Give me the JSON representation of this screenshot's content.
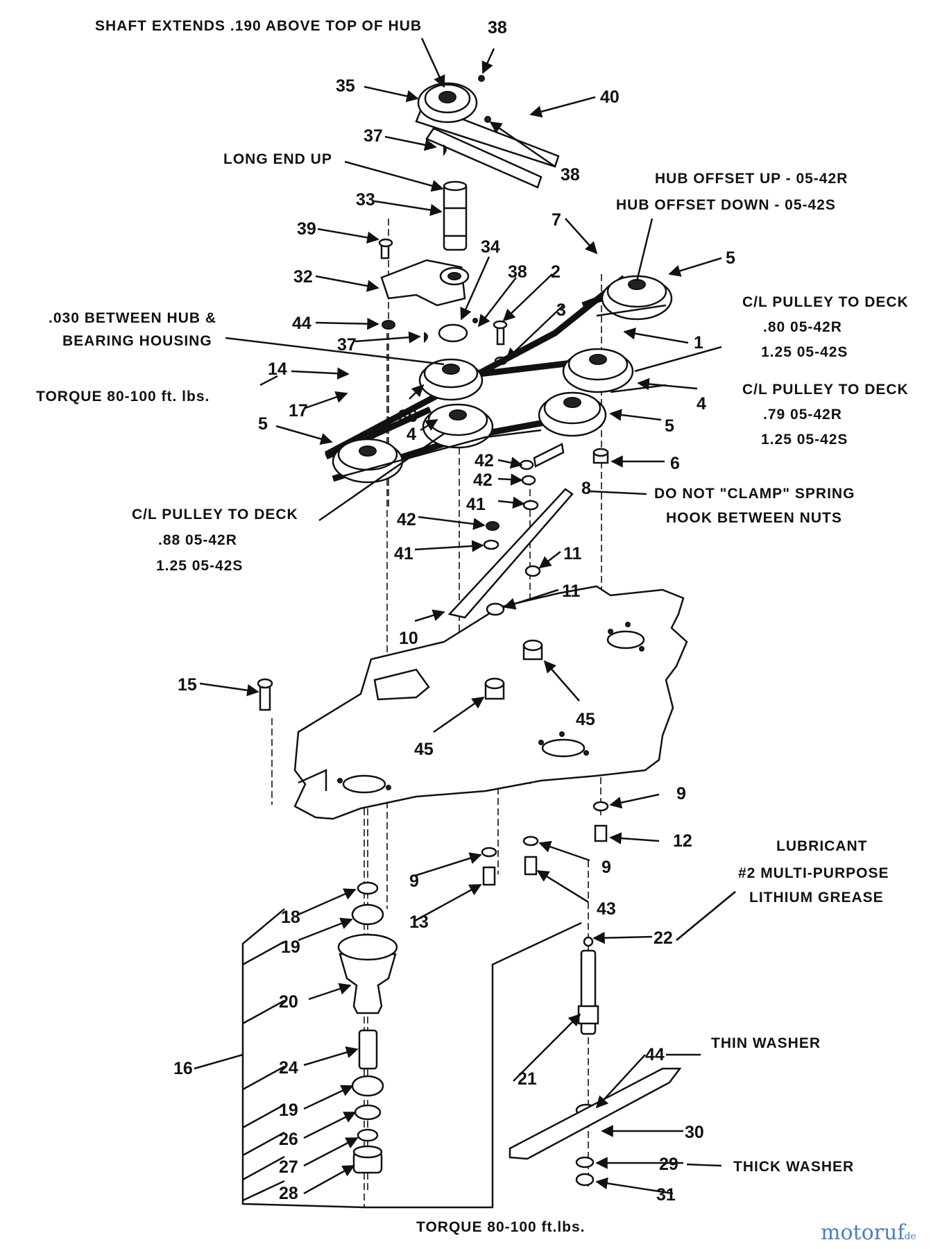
{
  "notes": {
    "shaft_extends": "SHAFT EXTENDS .190 ABOVE TOP OF HUB",
    "long_end_up": "LONG END UP",
    "hub_offset_up": "HUB OFFSET UP - 05-42R",
    "hub_offset_down": "HUB OFFSET DOWN - 05-42S",
    "between_hub_1": ".030 BETWEEN HUB &",
    "between_hub_2": "BEARING HOUSING",
    "torque_upper": "TORQUE 80-100 ft. lbs.",
    "cl_pulley_right_1": {
      "title": "C/L PULLEY TO DECK",
      "line1": ".80  05-42R",
      "line2": "1.25  05-42S"
    },
    "cl_pulley_right_2": {
      "title": "C/L PULLEY TO DECK",
      "line1": ".79  05-42R",
      "line2": "1.25  05-42S"
    },
    "cl_pulley_left": {
      "title": "C/L PULLEY TO DECK",
      "line1": ".88  05-42R",
      "line2": "1.25  05-42S"
    },
    "do_not_clamp_1": "DO NOT \"CLAMP\" SPRING",
    "do_not_clamp_2": "HOOK BETWEEN NUTS",
    "lubricant_1": "LUBRICANT",
    "lubricant_2": "#2 MULTI-PURPOSE",
    "lubricant_3": "LITHIUM GREASE",
    "thin_washer": "THIN WASHER",
    "thick_washer": "THICK WASHER",
    "torque_lower": "TORQUE  80-100 ft.lbs."
  },
  "callouts": {
    "c38a": "38",
    "c35": "35",
    "c40": "40",
    "c37a": "37",
    "c38b": "38",
    "c33": "33",
    "c39": "39",
    "c34": "34",
    "c32": "32",
    "c38c": "38",
    "c2": "2",
    "c3": "3",
    "c44a": "44",
    "c37b": "37",
    "c7": "7",
    "c5a": "5",
    "c1": "1",
    "c14": "14",
    "c17": "17",
    "c36": "36",
    "c5b": "5",
    "c4a": "4",
    "c4b": "4",
    "c5c": "5",
    "c42a": "42",
    "c42b": "42",
    "c8": "8",
    "c6": "6",
    "c41a": "41",
    "c42c": "42",
    "c41b": "41",
    "c11a": "11",
    "c11b": "11",
    "c10": "10",
    "c15": "15",
    "c45a": "45",
    "c45b": "45",
    "c9a": "9",
    "c12": "12",
    "c9b": "9",
    "c9c": "9",
    "c13": "13",
    "c43": "43",
    "c18": "18",
    "c19a": "19",
    "c22": "22",
    "c20": "20",
    "c16": "16",
    "c24": "24",
    "c21": "21",
    "c44b": "44",
    "c19b": "19",
    "c26": "26",
    "c30": "30",
    "c27": "27",
    "c29": "29",
    "c28": "28",
    "c31": "31"
  },
  "watermark": {
    "name": "motoruf",
    "suffix": ".de",
    "color": "#4a7fbf"
  }
}
